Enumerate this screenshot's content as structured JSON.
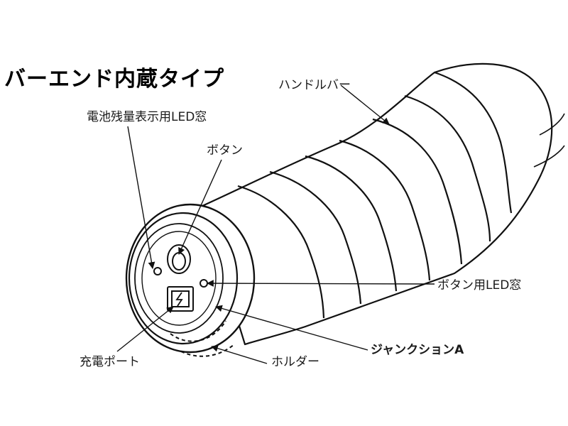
{
  "title": "バーエンド内蔵タイプ",
  "labels": {
    "handlebar": "ハンドルバー",
    "battery_led_window": "電池残量表示用LED窓",
    "button": "ボタン",
    "button_led_window": "ボタン用LED窓",
    "junction": "ジャンクションA",
    "charge_port": "充電ポート",
    "holder": "ホルダー"
  }
}
